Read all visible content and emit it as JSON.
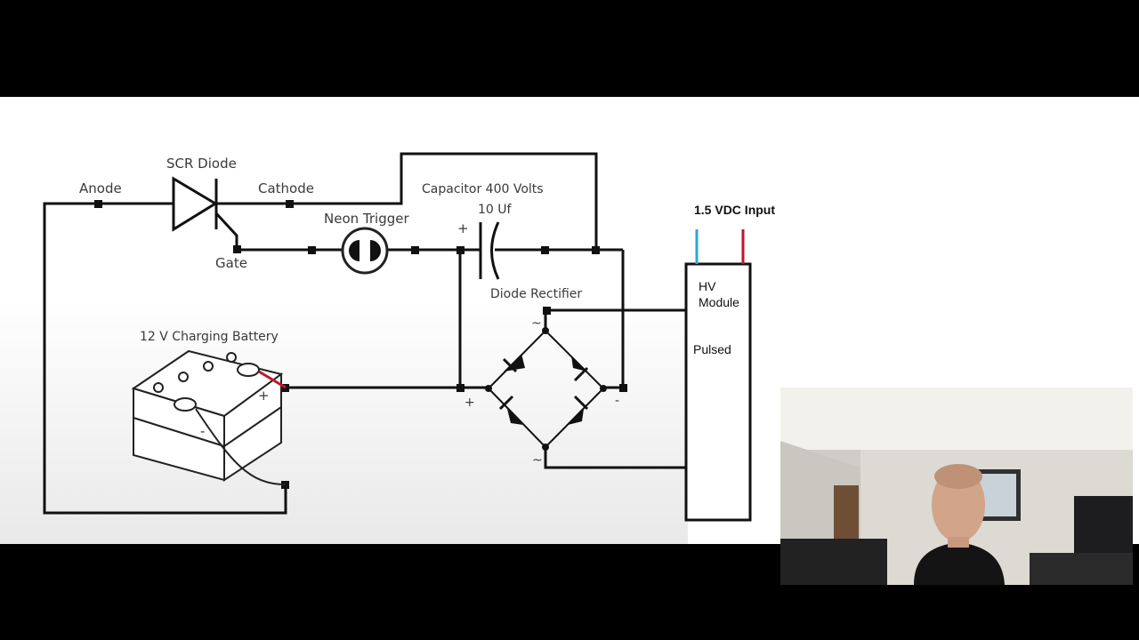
{
  "labels": {
    "scr": "SCR Diode",
    "anode": "Anode",
    "cathode": "Cathode",
    "gate": "Gate",
    "neon": "Neon Trigger",
    "capacitor": "Capacitor 400 Volts",
    "cap_value": "10 Uf",
    "rectifier": "Diode Rectifier",
    "battery": "12 V Charging Battery",
    "input": "1.5 VDC  Input",
    "hv": "HV",
    "module": "Module",
    "pulsed": "Pulsed",
    "plus": "+",
    "minus": "-",
    "ac": "~"
  },
  "colors": {
    "wire": "#111111",
    "input_positive": "#29a8d8",
    "input_negative": "#c0162c",
    "battery_lead": "#c0162c"
  }
}
